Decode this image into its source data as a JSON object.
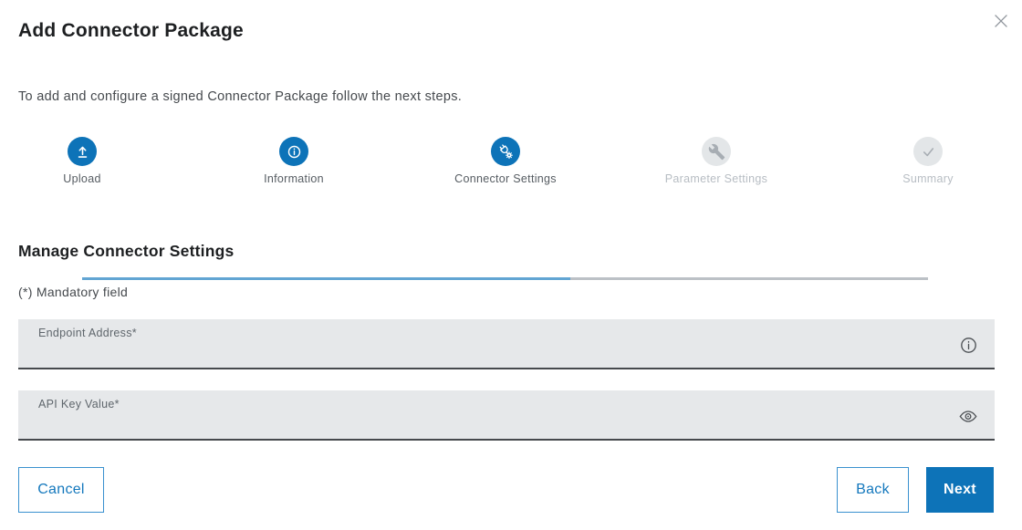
{
  "dialog": {
    "title": "Add Connector Package",
    "subtitle": "To add and configure a signed Connector Package follow the next steps."
  },
  "stepper": {
    "steps": [
      {
        "label": "Upload",
        "icon": "upload-icon",
        "state": "done"
      },
      {
        "label": "Information",
        "icon": "info-icon",
        "state": "done"
      },
      {
        "label": "Connector Settings",
        "icon": "connector-gear-icon",
        "state": "active"
      },
      {
        "label": "Parameter Settings",
        "icon": "wrench-icon",
        "state": "pending"
      },
      {
        "label": "Summary",
        "icon": "check-icon",
        "state": "pending"
      }
    ],
    "colors": {
      "active_circle": "#0d73b8",
      "active_line": "#62a5d3",
      "inactive_circle": "#e3e6e8",
      "inactive_line": "#bcc1c6"
    }
  },
  "section": {
    "heading": "Manage Connector Settings",
    "mandatory_note": "(*) Mandatory field"
  },
  "fields": [
    {
      "label": "Endpoint Address*",
      "value": "",
      "trailing_icon": "info-icon"
    },
    {
      "label": "API Key Value*",
      "value": "",
      "trailing_icon": "eye-icon"
    }
  ],
  "buttons": {
    "cancel": "Cancel",
    "back": "Back",
    "next": "Next"
  },
  "colors": {
    "primary_blue": "#0d73b8",
    "field_background": "#e6e8ea",
    "field_border": "#46494d"
  }
}
